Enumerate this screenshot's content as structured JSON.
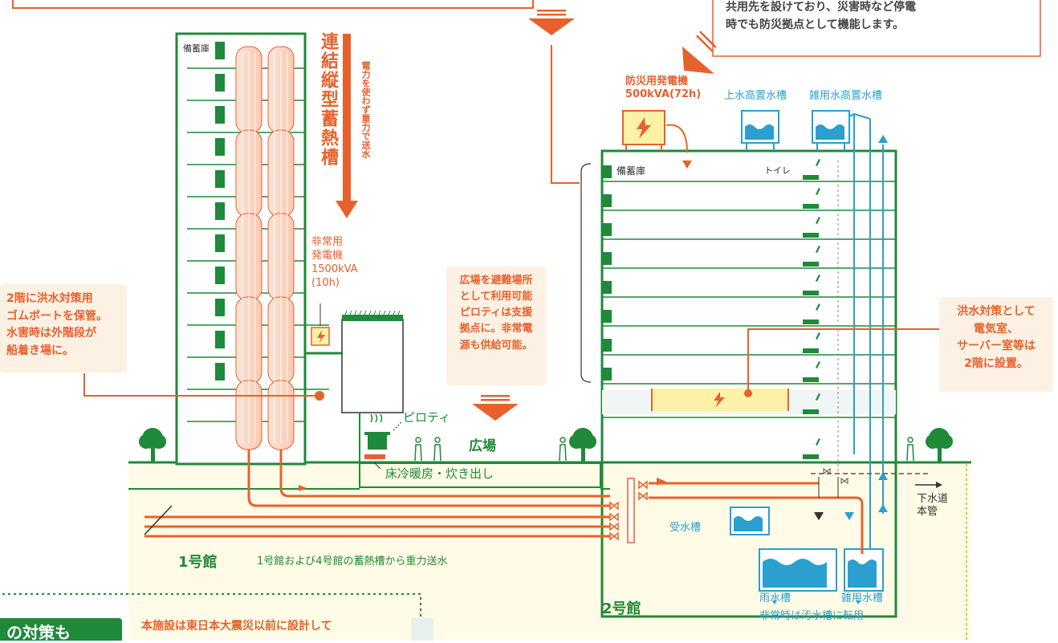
{
  "labels": {
    "bichikuko_left": "備蓄庫",
    "renketsu": "連結縦型蓄熱槽",
    "gravity_vert": "電力を使わず重力で送水",
    "gen_emergency": [
      "非常用",
      "発電機",
      "1500kVA",
      "(10h)"
    ],
    "gen_disaster": [
      "防災用発電機",
      "500kVA(72h)"
    ],
    "josui_tank": "上水高置水槽",
    "zatsuyo_tank": "雑用水高置水槽",
    "bichikuko_right": "備蓄庫",
    "toilet": "トイレ",
    "piloti": "ピロティ",
    "hiroba": "広場",
    "floor_heat": "床冷暖房・炊き出し",
    "jusuiso": "受水槽",
    "gesuido": [
      "下水道",
      "本管"
    ],
    "bldg1": "1号館",
    "gravity_feed": "1号館および4号館の蓄熱槽から重力送水",
    "bldg2": "2号館",
    "usuiso": "雨水槽",
    "zatsuyo_suiso": "雑用水槽",
    "osuiso": "非常時は汚水槽に転用",
    "top_right_text": [
      "共用先を設けており、災害時など停電",
      "時でも防災拠点として機能します。"
    ],
    "box_left": [
      "2階に洪水対策用",
      "ゴムボートを保管。",
      "水害時は外階段が",
      "船着き場に。"
    ],
    "box_mid": [
      "広場を避難場所",
      "として利用可能",
      "ピロティは支援",
      "拠点に。非常電",
      "源も供給可能。"
    ],
    "box_right": [
      "洪水対策として",
      "電気室、",
      "サーバー室等は",
      "2階に設置。"
    ],
    "bottom_partial": "の対策も",
    "bottom_text": "本施設は東日本大震災以前に設計して"
  },
  "colors": {
    "orange": "#e8612c",
    "green": "#1f8a3a",
    "blue": "#2a9fd0",
    "cream": "#fffbe6",
    "peach": "#fdf1e4"
  }
}
